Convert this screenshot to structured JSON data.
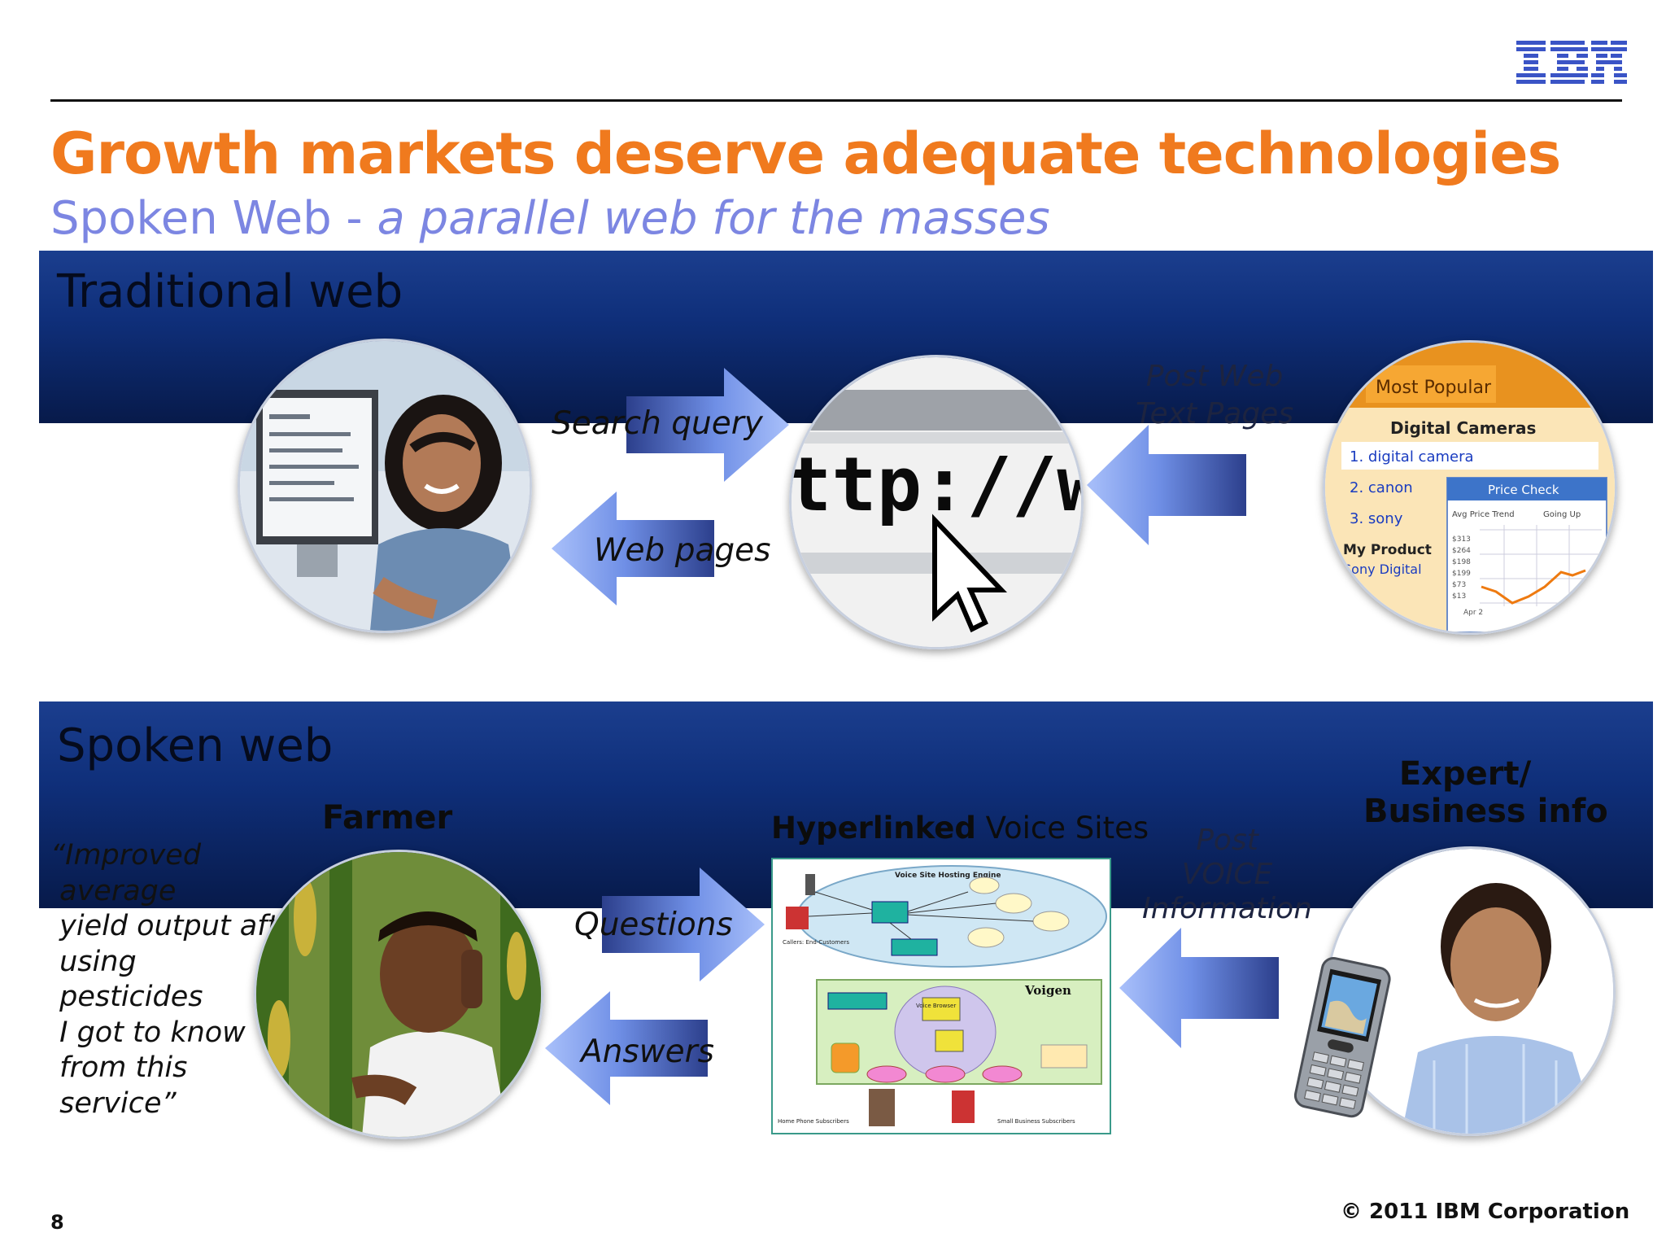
{
  "logo": {
    "text": "IBM",
    "color": "#3a54c6"
  },
  "slide": {
    "title": "Growth markets deserve adequate technologies",
    "subtitle_plain": "Spoken Web -",
    "subtitle_italic": "a parallel web for the masses"
  },
  "traditional": {
    "band_label": "Traditional web",
    "search_query": "Search query",
    "web_pages": "Web pages",
    "url_text": "ttp://www",
    "post_line1": "Post Web",
    "post_line2": "Text Pages",
    "site": {
      "header": "Most Popular",
      "subheader": "Digital Cameras",
      "items": [
        "1.  digital camera",
        "2.  canon",
        "3.  sony"
      ],
      "product": "My Product",
      "product_sub": "Sony Digital",
      "price_title": "Price Check",
      "price_col1": "Avg Price Trend",
      "price_col2": "Going Up",
      "prices": [
        "$313",
        "$264",
        "$198",
        "$199",
        "$73",
        "$13"
      ],
      "date": "Apr 2"
    }
  },
  "spoken": {
    "band_label": "Spoken web",
    "farmer": "Farmer",
    "quote": "“Improved\n average\n yield output after\n using\n pesticides\n I got to know\n from this\n service”",
    "questions": "Questions",
    "answers": "Answers",
    "voice_sites_bold": "Hyperlinked",
    "voice_sites_rest": " Voice Sites",
    "post_line1": "Post",
    "post_line2": "VOICE",
    "post_line3": "Information",
    "expert_line1": "Expert/",
    "expert_line2": "Business info",
    "diagram": {
      "engine": "Voice Site Hosting Engine",
      "voice_browser": "Voice Browser",
      "voigen": "Voigen",
      "callers": "Callers: End-Customers",
      "phone_subscribers": "Home Phone Subscribers",
      "business_subscribers": "Small Business Subscribers"
    }
  },
  "footer": {
    "copyright": "© 2011 IBM Corporation",
    "page": "8"
  },
  "colors": {
    "title": "#f07a1e",
    "subtitle": "#7c86e2",
    "band": "#0f2f7a",
    "arrow": "#6b8ce8"
  }
}
